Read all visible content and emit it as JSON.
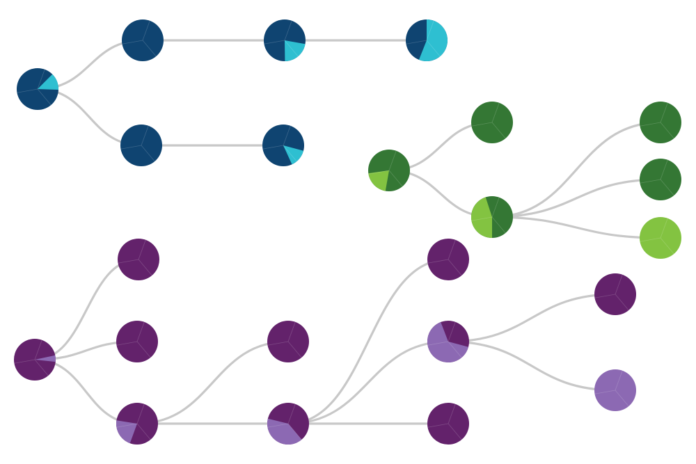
{
  "colors": {
    "edge": "#c8c8c8",
    "background": "#ffffff"
  },
  "trees": [
    {
      "name": "blue-tree",
      "primary": "#0f4471",
      "secondary": "#2ebfd1",
      "nodes": [
        {
          "id": "b-root",
          "share": 0.13
        },
        {
          "id": "b-upper-1",
          "share": 0
        },
        {
          "id": "b-upper-2",
          "share": 0.22
        },
        {
          "id": "b-upper-3",
          "share": 0.56
        },
        {
          "id": "b-lower-1",
          "share": 0
        },
        {
          "id": "b-lower-2",
          "share": 0.14
        }
      ],
      "edges": [
        [
          "b-root",
          "b-upper-1"
        ],
        [
          "b-upper-1",
          "b-upper-2"
        ],
        [
          "b-upper-2",
          "b-upper-3"
        ],
        [
          "b-root",
          "b-lower-1"
        ],
        [
          "b-lower-1",
          "b-lower-2"
        ]
      ]
    },
    {
      "name": "green-tree",
      "primary": "#347734",
      "secondary": "#83c341",
      "nodes": [
        {
          "id": "g-root",
          "share": 0.2
        },
        {
          "id": "g-top",
          "share": 0
        },
        {
          "id": "g-mid",
          "share": 0.45
        },
        {
          "id": "g-leaf-1",
          "share": 0
        },
        {
          "id": "g-leaf-2",
          "share": 0
        },
        {
          "id": "g-leaf-3",
          "share": 1
        }
      ],
      "edges": [
        [
          "g-root",
          "g-top"
        ],
        [
          "g-root",
          "g-mid"
        ],
        [
          "g-mid",
          "g-leaf-1"
        ],
        [
          "g-mid",
          "g-leaf-2"
        ],
        [
          "g-mid",
          "g-leaf-3"
        ]
      ]
    },
    {
      "name": "purple-tree",
      "primary": "#63226b",
      "secondary": "#8c69b3",
      "nodes": [
        {
          "id": "p-root",
          "share": 0.05
        },
        {
          "id": "p-a",
          "share": 0
        },
        {
          "id": "p-b",
          "share": 0
        },
        {
          "id": "p-c",
          "share": 0.22
        },
        {
          "id": "p-d",
          "share": 0
        },
        {
          "id": "p-e",
          "share": 0.4
        },
        {
          "id": "p-f",
          "share": 0
        },
        {
          "id": "p-g",
          "share": 0.65
        },
        {
          "id": "p-h",
          "share": 0
        },
        {
          "id": "p-i",
          "share": 0
        },
        {
          "id": "p-j",
          "share": 1
        }
      ],
      "edges": [
        [
          "p-root",
          "p-a"
        ],
        [
          "p-root",
          "p-b"
        ],
        [
          "p-root",
          "p-c"
        ],
        [
          "p-c",
          "p-d"
        ],
        [
          "p-c",
          "p-e"
        ],
        [
          "p-e",
          "p-f"
        ],
        [
          "p-e",
          "p-g"
        ],
        [
          "p-e",
          "p-h"
        ],
        [
          "p-g",
          "p-i"
        ],
        [
          "p-g",
          "p-j"
        ]
      ]
    }
  ]
}
